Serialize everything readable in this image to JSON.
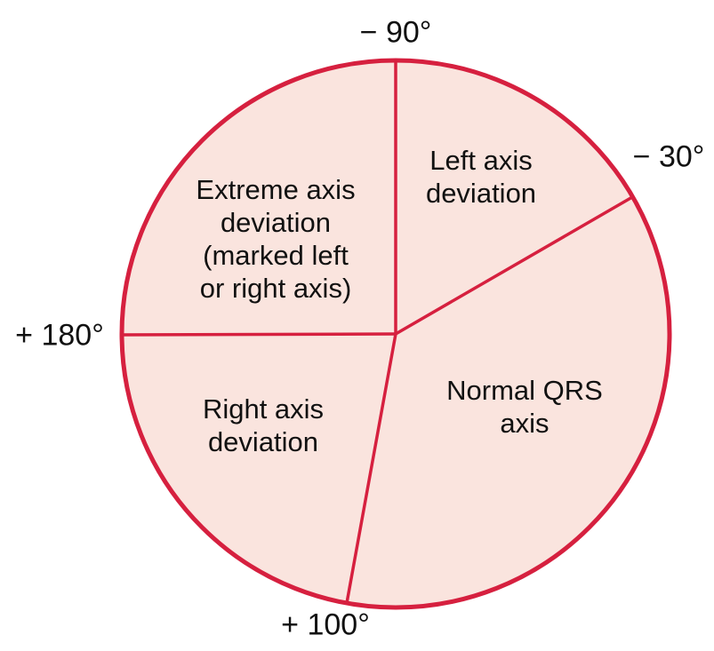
{
  "diagram": {
    "description": "Circular QRS electrical axis reference diagram divided into labeled deviation zones",
    "degree_labels": {
      "top": "− 90°",
      "upper_right": "− 30°",
      "left": "+ 180°",
      "bottom": "+ 100°"
    },
    "sectors": {
      "left_axis": "Left axis\ndeviation",
      "extreme_axis": "Extreme axis\ndeviation\n(marked left\nor right axis)",
      "right_axis": "Right axis\ndeviation",
      "normal_axis": "Normal QRS\naxis"
    },
    "sector_ranges_degrees": [
      {
        "name": "Left axis deviation",
        "from": -90,
        "to": -30
      },
      {
        "name": "Normal QRS axis",
        "from": -30,
        "to": 100
      },
      {
        "name": "Right axis deviation",
        "from": 100,
        "to": 180
      },
      {
        "name": "Extreme axis deviation (marked left or right axis)",
        "from": 180,
        "to": 270
      }
    ],
    "colors": {
      "fill": "#fae4de",
      "stroke": "#d6203f",
      "text": "#111111",
      "background": "#ffffff"
    }
  }
}
